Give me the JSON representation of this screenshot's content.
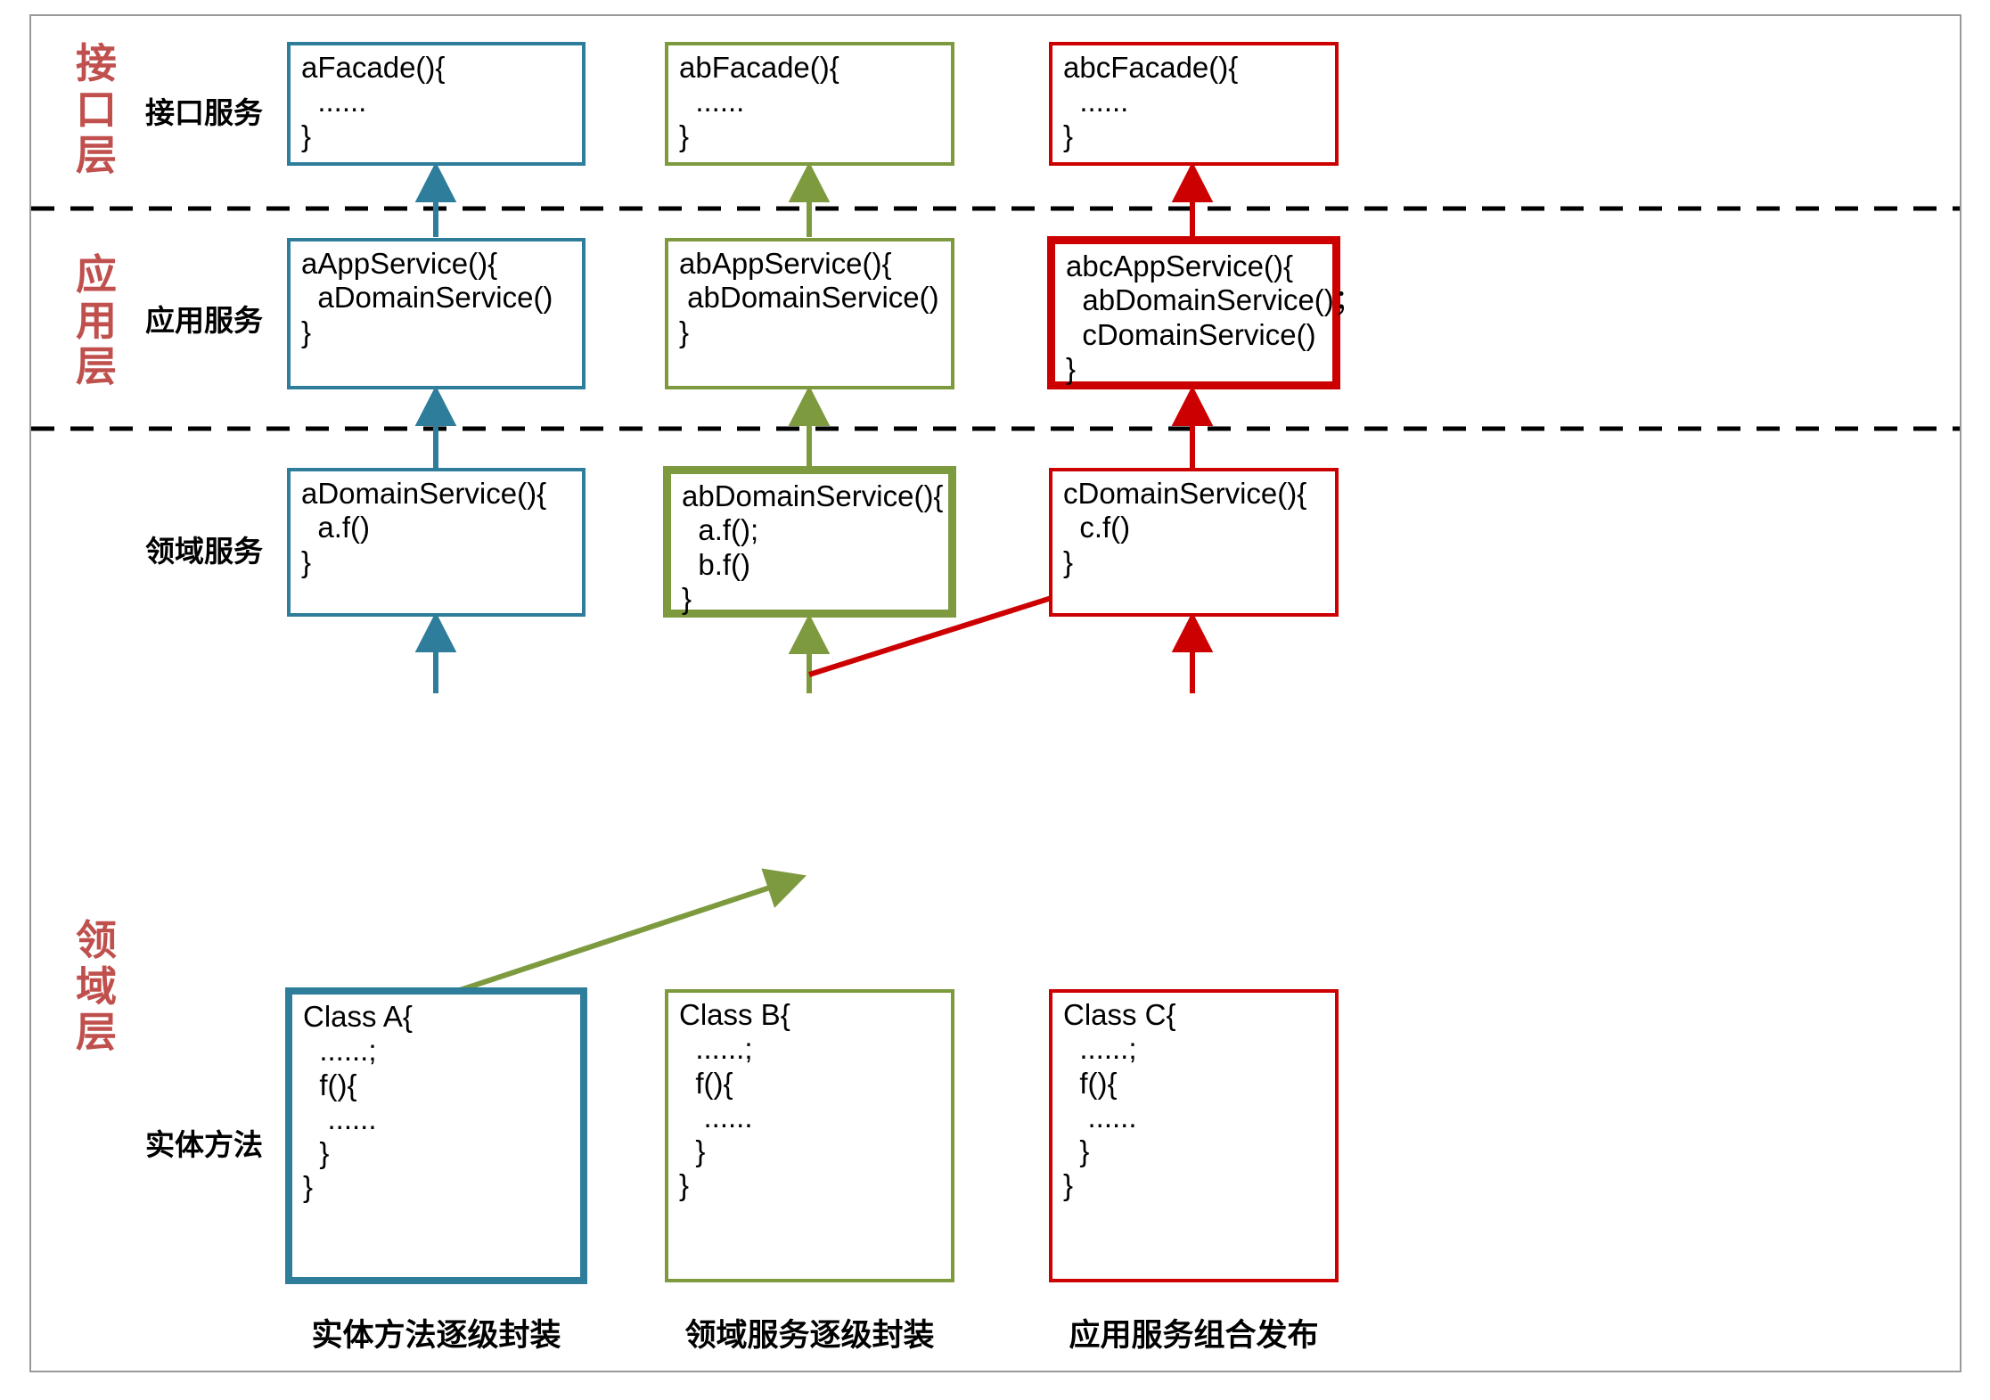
{
  "diagram": {
    "title_layers": [
      {
        "id": "interface",
        "label": "接口层",
        "color": "#c0504d"
      },
      {
        "id": "application",
        "label": "应用层",
        "color": "#c0504d"
      },
      {
        "id": "domain",
        "label": "领域层",
        "color": "#c0504d"
      }
    ],
    "row_labels": [
      {
        "id": "facade",
        "label": "接口服务"
      },
      {
        "id": "appservice",
        "label": "应用服务"
      },
      {
        "id": "domainservice",
        "label": "领域服务"
      },
      {
        "id": "entity",
        "label": "实体方法"
      }
    ],
    "colors": {
      "blue": "#2e7d9a",
      "green": "#7d9a3f",
      "red": "#cc0000",
      "layer_label": "#c0504d",
      "frame": "#9a9a9a",
      "divider": "#000000"
    },
    "columns": [
      {
        "id": "col-a",
        "accent": "#2e7d9a",
        "caption": "实体方法逐级封装",
        "boxes": [
          {
            "id": "a-facade",
            "code": "aFacade(){\n  ......\n}",
            "emphasis": false
          },
          {
            "id": "a-appservice",
            "code": "aAppService(){\n  aDomainService()\n}",
            "emphasis": false
          },
          {
            "id": "a-domainservice",
            "code": "aDomainService(){\n  a.f()\n}",
            "emphasis": false
          },
          {
            "id": "a-class",
            "code": "Class A{\n  ......;\n  f(){\n   ......\n  }\n}",
            "emphasis": true
          }
        ]
      },
      {
        "id": "col-b",
        "accent": "#7d9a3f",
        "caption": "领域服务逐级封装",
        "boxes": [
          {
            "id": "b-facade",
            "code": "abFacade(){\n  ......\n}",
            "emphasis": false
          },
          {
            "id": "b-appservice",
            "code": "abAppService(){\n abDomainService()\n}",
            "emphasis": false
          },
          {
            "id": "b-domainservice",
            "code": "abDomainService(){\n  a.f();\n  b.f()\n}",
            "emphasis": true
          },
          {
            "id": "b-class",
            "code": "Class B{\n  ......;\n  f(){\n   ......\n  }\n}",
            "emphasis": false
          }
        ]
      },
      {
        "id": "col-c",
        "accent": "#cc0000",
        "caption": "应用服务组合发布",
        "boxes": [
          {
            "id": "c-facade",
            "code": "abcFacade(){\n  ......\n}",
            "emphasis": false
          },
          {
            "id": "c-appservice",
            "code": "abcAppService(){\n  abDomainService()；\n  cDomainService()\n}",
            "emphasis": true
          },
          {
            "id": "c-domainservice",
            "code": "cDomainService(){\n  c.f()\n}",
            "emphasis": false
          },
          {
            "id": "c-class",
            "code": "Class C{\n  ......;\n  f(){\n   ......\n  }\n}",
            "emphasis": false
          }
        ]
      }
    ],
    "dividers": [
      {
        "id": "divider-interface-application"
      },
      {
        "id": "divider-application-domain"
      }
    ]
  }
}
